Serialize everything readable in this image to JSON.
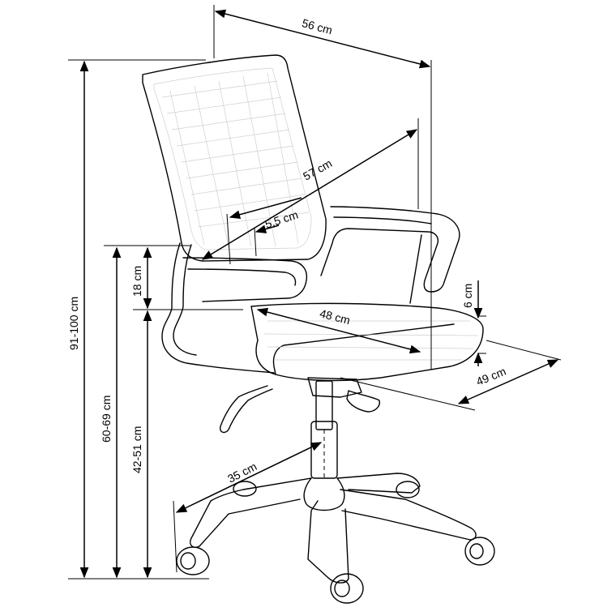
{
  "dimensions": {
    "top_depth": "56 cm",
    "arm_width": "57 cm",
    "arm_offset": "5,5 cm",
    "arm_height": "18 cm",
    "seat_depth": "48 cm",
    "seat_thickness": "6 cm",
    "seat_width": "49 cm",
    "total_height": "91-100 cm",
    "arm_floor_height": "60-69 cm",
    "seat_height": "42-51 cm",
    "base_radius": "35 cm"
  }
}
